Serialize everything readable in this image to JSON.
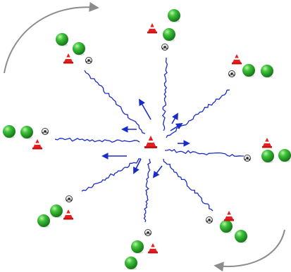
{
  "diagram": {
    "type": "soccer-drill",
    "center_marker": "cone",
    "colors": {
      "dribble_path": "#1a2cc8",
      "rotation_arrow": "#8c8c8c",
      "player": "#27b327",
      "cone": "#e61e1e",
      "ball": "#222222"
    },
    "rotation": "clockwise",
    "stations": [
      {
        "id": "north",
        "players": 2,
        "cone": true,
        "ball": true
      },
      {
        "id": "north-east",
        "players": 2,
        "cone": true,
        "ball": true
      },
      {
        "id": "east",
        "players": 2,
        "cone": true,
        "ball": true
      },
      {
        "id": "south-east",
        "players": 2,
        "cone": true,
        "ball": true
      },
      {
        "id": "south",
        "players": 2,
        "cone": true,
        "ball": true
      },
      {
        "id": "south-west",
        "players": 2,
        "cone": true,
        "ball": true
      },
      {
        "id": "west",
        "players": 2,
        "cone": true,
        "ball": true
      },
      {
        "id": "north-west",
        "players": 2,
        "cone": true,
        "ball": true
      }
    ]
  }
}
